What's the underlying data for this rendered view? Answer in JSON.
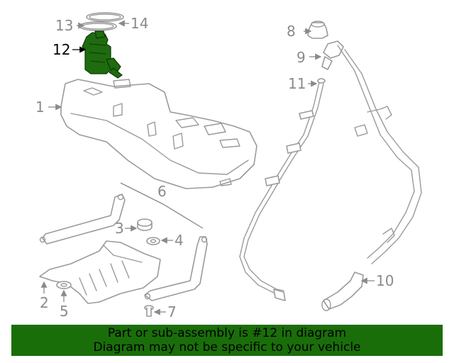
{
  "callouts": {
    "c1": "1",
    "c2": "2",
    "c3": "3",
    "c4": "4",
    "c5": "5",
    "c6": "6",
    "c7": "7",
    "c8": "8",
    "c9": "9",
    "c10": "10",
    "c11": "11",
    "c12": "12",
    "c13": "13",
    "c14": "14"
  },
  "highlighted_part": "12",
  "highlight_color": "#1f6b0f",
  "banner": {
    "line1": "Part or sub-assembly is #12 in diagram",
    "line2": "Diagram may not be specific to your vehicle",
    "background": "#1a6e0a"
  }
}
